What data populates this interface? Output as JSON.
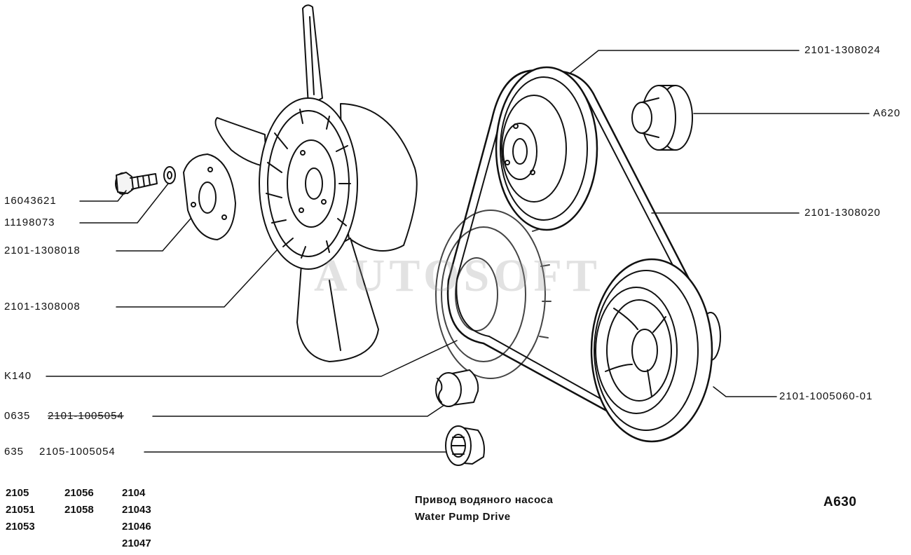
{
  "callouts": {
    "fan_nut": "2101-1308024",
    "a620": "A620",
    "belt": "2101-1308020",
    "crank_pulley": "2101-1005060-01",
    "bolt": "16043621",
    "washer": "11198073",
    "hub_plate": "2101-1308018",
    "fan": "2101-1308008",
    "k140": "K140",
    "ratchet_prefix": "0635",
    "ratchet_part": "2101-1005054",
    "nut_prefix": "635",
    "nut_part": "2105-1005054"
  },
  "models": {
    "col1": [
      "2105",
      "21051",
      "21053"
    ],
    "col2": [
      "21056",
      "21058"
    ],
    "col3": [
      "2104",
      "21043",
      "21046",
      "21047"
    ]
  },
  "caption": {
    "ru": "Привод водяного насоса",
    "en": "Water Pump Drive"
  },
  "figure_code": "A630",
  "watermark": "AUTOSOFT"
}
